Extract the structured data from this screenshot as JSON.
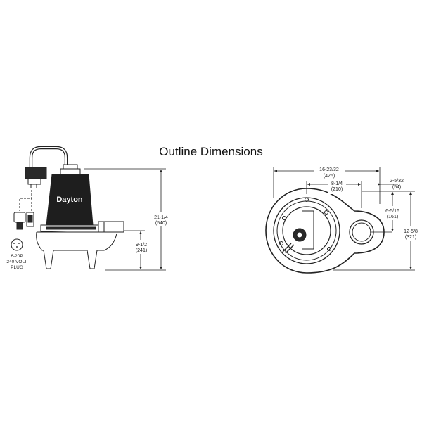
{
  "title": "Outline Dimensions",
  "brand": "Dayton",
  "plug": {
    "line1": "6-20P",
    "line2": "240 VOLT",
    "line3": "PLUG"
  },
  "side_view": {
    "height_total": "21-1/4",
    "height_total_mm": "(540)",
    "height_outlet": "9-1/2",
    "height_outlet_mm": "(241)"
  },
  "top_view": {
    "width_total": "16-23/32",
    "width_total_mm": "(425)",
    "width_center": "8-1/4",
    "width_center_mm": "(210)",
    "offset_right": "2-5/32",
    "offset_right_mm": "(54)",
    "height_partial": "6-5/16",
    "height_partial_mm": "(161)",
    "height_total": "12-5/8",
    "height_total_mm": "(321)"
  }
}
